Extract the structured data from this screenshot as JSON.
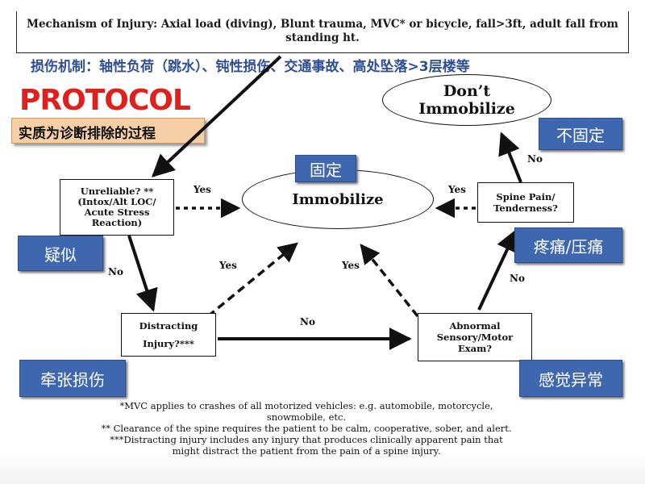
{
  "header": {
    "text": "Mechanism of Injury: Axial load (diving), Blunt trauma, MVC* or bicycle, fall>3ft, adult fall from standing ht."
  },
  "cn_mechanism": "损伤机制：轴性负荷（跳水）、钝性损伤、交通事故、高处坠落>3层楼等",
  "protocol_title": "PROTOCOL",
  "cn_subtitle": "实质为诊断排除的过程",
  "nodes": {
    "dont_immobilize": "Don’t\nImmobilize",
    "immobilize": "Immobilize",
    "unreliable": "Unreliable? **\n(Intox/Alt LOC/\nAcute Stress\nReaction)",
    "spine_pain": "Spine Pain/\nTenderness?",
    "distracting": "Distracting\nInjury?***",
    "abnormal": "Abnormal\nSensory/Motor\nExam?"
  },
  "tags": {
    "immobilize_cn": "固定",
    "dont_immobilize_cn": "不固定",
    "suspect_cn": "疑似",
    "pain_cn": "疼痛/压痛",
    "distracting_cn": "牵张损伤",
    "sensory_cn": "感觉异常"
  },
  "edge_labels": {
    "unreliable_yes": "Yes",
    "unreliable_no": "No",
    "distracting_yes": "Yes",
    "distracting_no": "No",
    "abnormal_yes": "Yes",
    "abnormal_no": "No",
    "spine_yes": "Yes",
    "spine_no": "No"
  },
  "footnotes": [
    "*MVC applies to crashes of all motorized vehicles: e.g. automobile, motorcycle, snowmobile, etc.",
    "** Clearance of the spine requires the patient to be calm, cooperative, sober, and alert.",
    "***Distracting injury includes any injury that produces clinically apparent pain that might distract the patient from the pain of a spine injury."
  ],
  "colors": {
    "accent_blue": "#3f67b0",
    "protocol_red": "#e0201c",
    "subtitle_bg": "#f6cfa6",
    "cn_text_blue": "#2f4f95"
  }
}
